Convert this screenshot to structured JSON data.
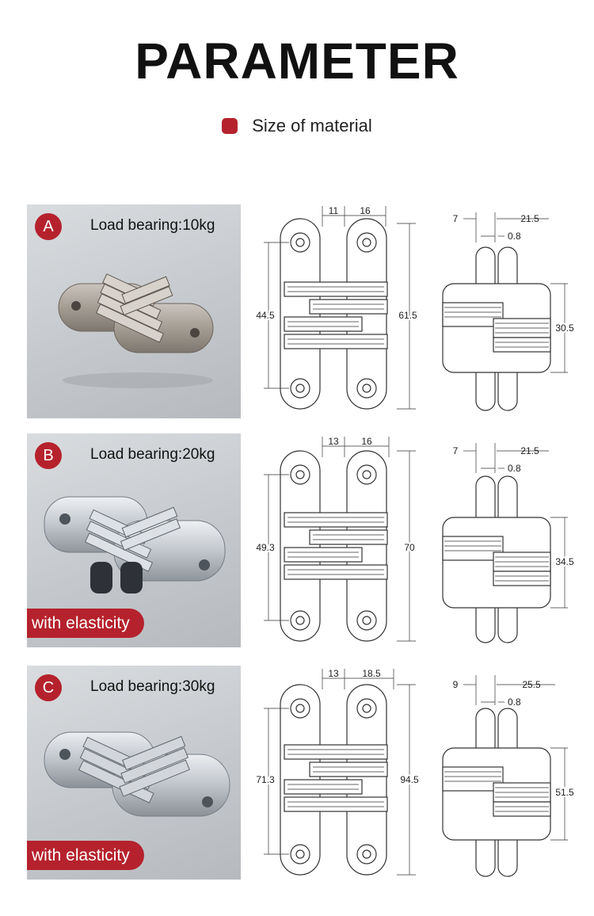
{
  "header": {
    "title": "PARAMETER",
    "subtitle": "Size of material",
    "bullet_color": "#b5222d"
  },
  "models": [
    {
      "badge": "A",
      "load_label": "Load bearing:10kg",
      "elastic_tag": "",
      "finish": "satin-nickel",
      "front": {
        "top_left": "11",
        "top_right": "16",
        "left_height": "44.5",
        "right_height": "61.5"
      },
      "side": {
        "left_width": "7",
        "right_width": "21.5",
        "gap": "0.8",
        "height": "30.5"
      }
    },
    {
      "badge": "B",
      "load_label": "Load bearing:20kg",
      "elastic_tag": "with elasticity",
      "finish": "chrome",
      "front": {
        "top_left": "13",
        "top_right": "16",
        "left_height": "49.3",
        "right_height": "70"
      },
      "side": {
        "left_width": "7",
        "right_width": "21.5",
        "gap": "0.8",
        "height": "34.5"
      }
    },
    {
      "badge": "C",
      "load_label": "Load bearing:30kg",
      "elastic_tag": "with elasticity",
      "finish": "chrome",
      "front": {
        "top_left": "13",
        "top_right": "18.5",
        "left_height": "71.3",
        "right_height": "94.5"
      },
      "side": {
        "left_width": "9",
        "right_width": "25.5",
        "gap": "0.8",
        "height": "51.5"
      }
    }
  ]
}
